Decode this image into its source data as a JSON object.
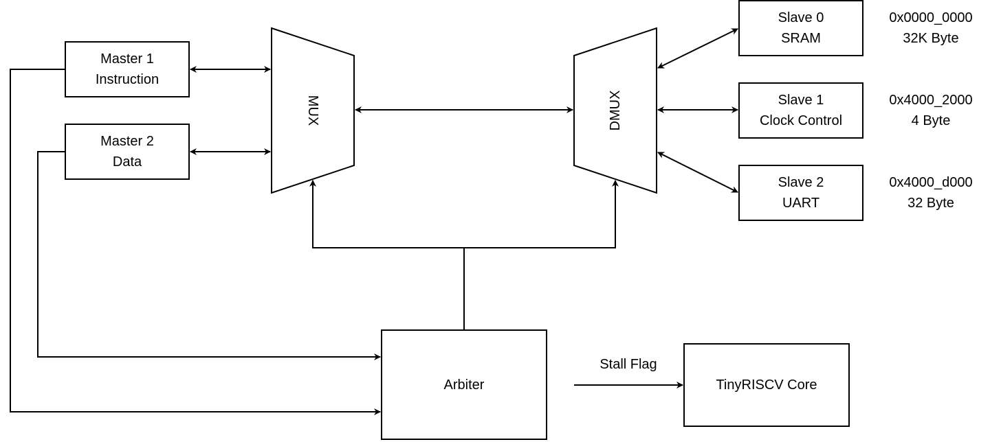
{
  "colors": {
    "stroke": "#000000",
    "background": "#ffffff"
  },
  "masters": [
    {
      "line1": "Master 1",
      "line2": "Instruction"
    },
    {
      "line1": "Master 2",
      "line2": "Data"
    }
  ],
  "mux": {
    "label": "MUX"
  },
  "dmux": {
    "label": "DMUX"
  },
  "slaves": [
    {
      "line1": "Slave 0",
      "line2": "SRAM",
      "address": "0x0000_0000",
      "size": "32K Byte"
    },
    {
      "line1": "Slave 1",
      "line2": "Clock Control",
      "address": "0x4000_2000",
      "size": "4 Byte"
    },
    {
      "line1": "Slave 2",
      "line2": "UART",
      "address": "0x4000_d000",
      "size": "32 Byte"
    }
  ],
  "arbiter": {
    "label": "Arbiter"
  },
  "stall_flag": {
    "label": "Stall Flag"
  },
  "core": {
    "label": "TinyRISCV Core"
  }
}
